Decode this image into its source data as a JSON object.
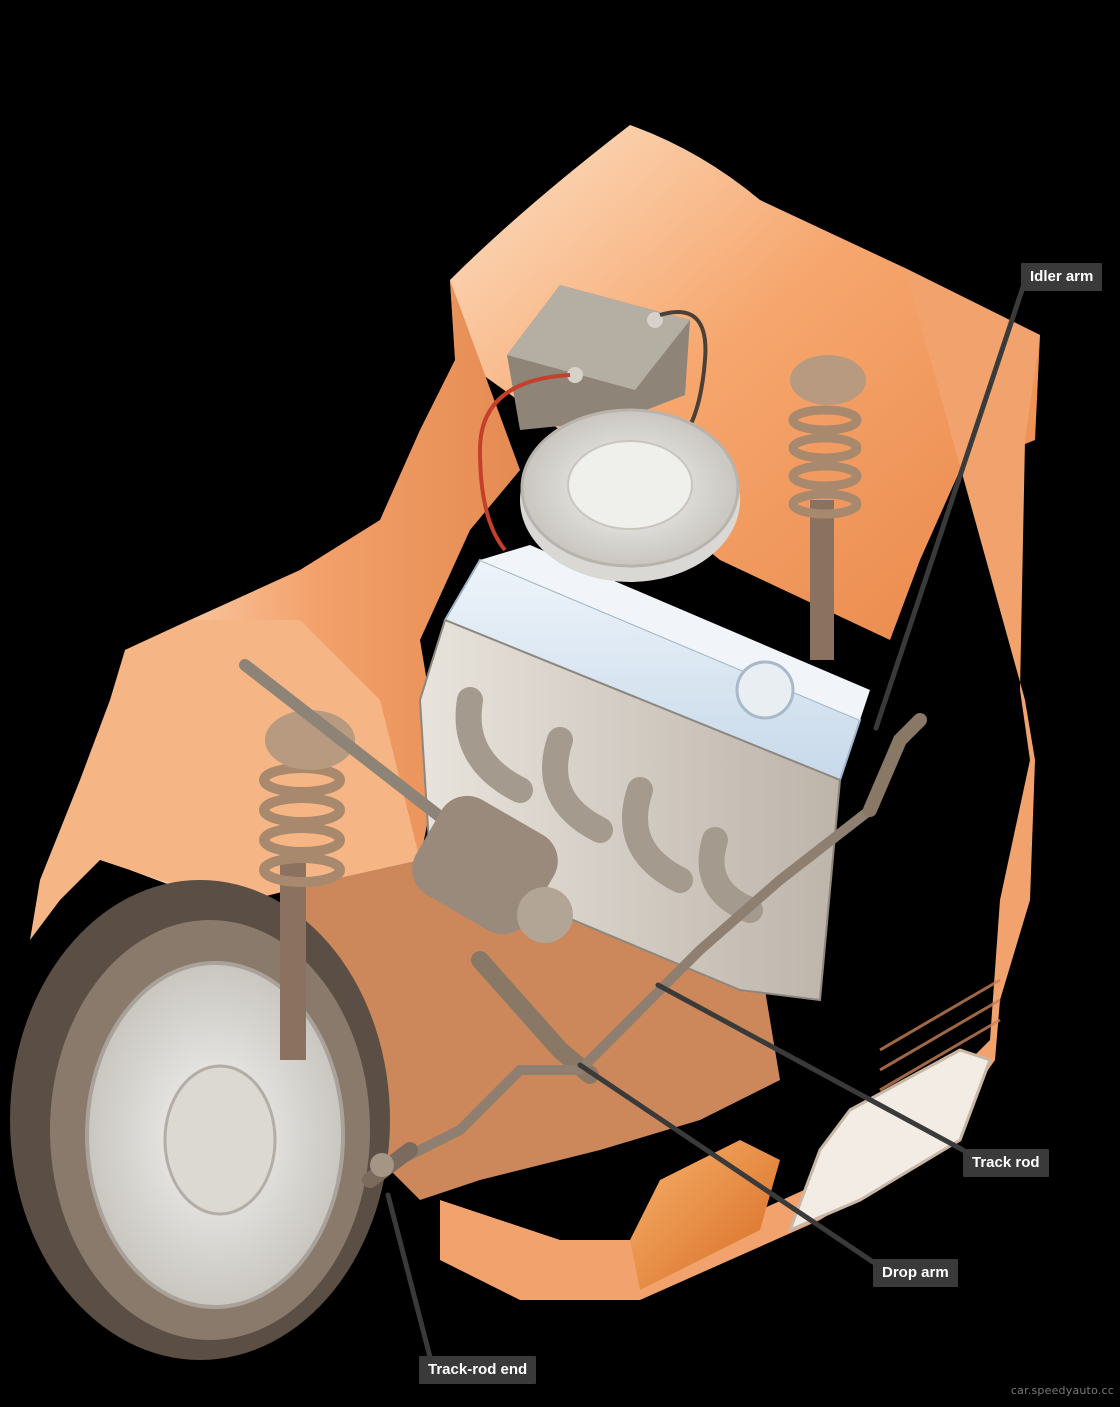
{
  "diagram": {
    "labels": {
      "idler_arm": "Idler arm",
      "track_rod": "Track rod",
      "drop_arm": "Drop arm",
      "track_rod_end": "Track-rod end"
    },
    "watermark": "car.speedyauto.cc"
  },
  "colors": {
    "background": "#000000",
    "body_paint": "#f4a36a",
    "body_highlight": "#fde3cc",
    "engine_block": "#dfe9f2",
    "label_bg": "#3a3a3a",
    "label_text": "#ffffff",
    "leader_line": "#3a3a3a"
  }
}
